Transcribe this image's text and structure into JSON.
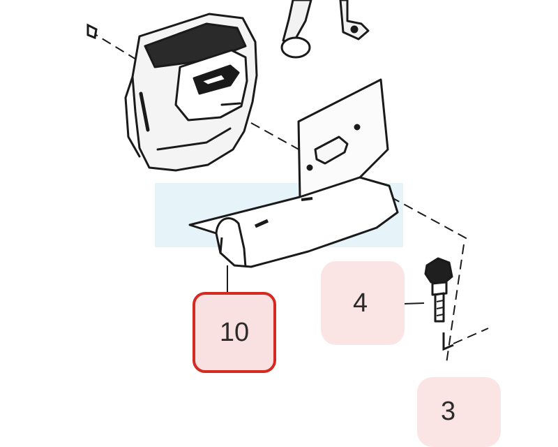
{
  "callouts": {
    "part_10": {
      "label": "10",
      "highlight_color": "#d42a22",
      "fill_color": "#fae1e1"
    },
    "part_4": {
      "label": "4",
      "fill_color": "#fbe4e4"
    },
    "part_3": {
      "label": "3",
      "fill_color": "#fbe4e4"
    }
  },
  "colors": {
    "line_art": "#1a1a1a",
    "watermark": "#e6f3f8"
  }
}
